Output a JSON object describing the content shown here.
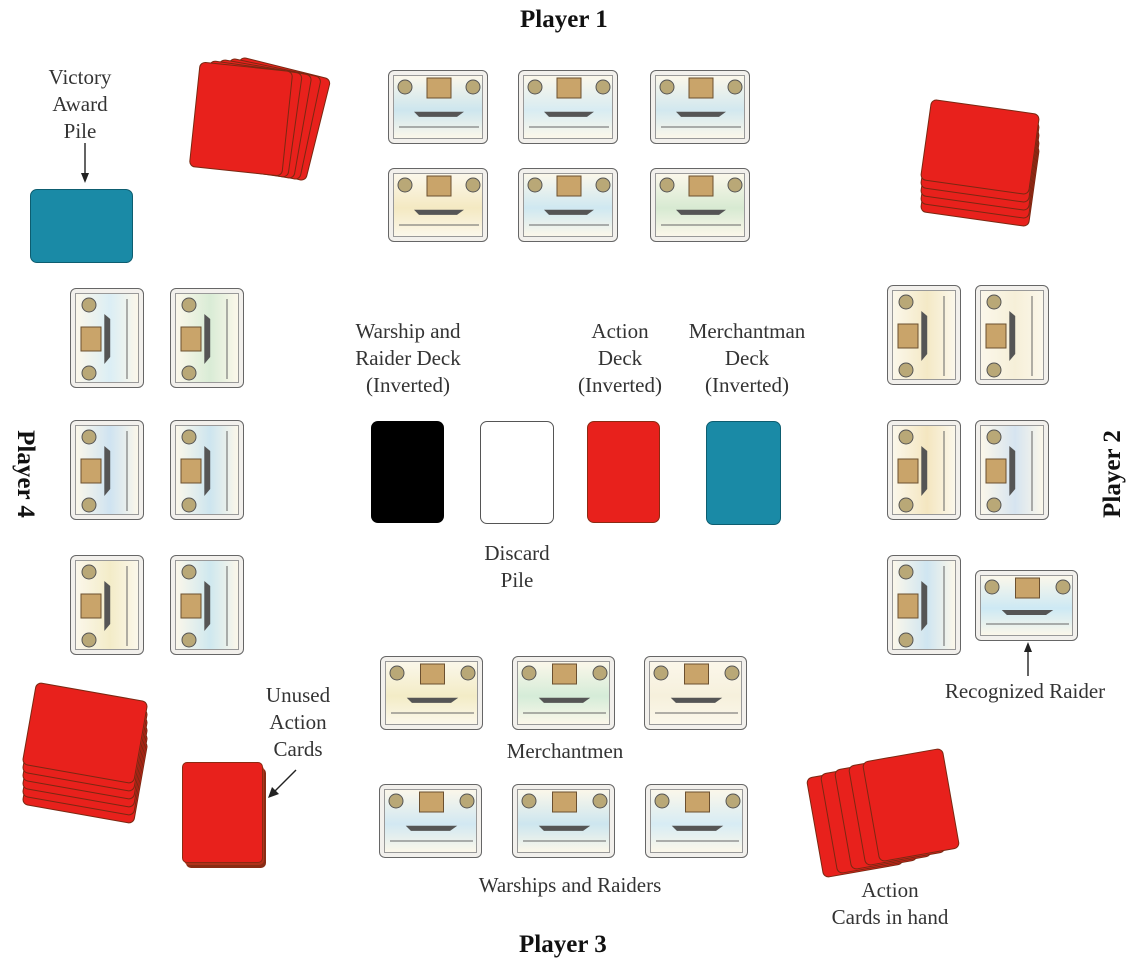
{
  "players": {
    "p1": "Player 1",
    "p2": "Player 2",
    "p3": "Player 3",
    "p4": "Player 4"
  },
  "labels": {
    "victory_award": [
      "Victory",
      "Award",
      "Pile"
    ],
    "warship_deck": [
      "Warship and",
      "Raider Deck",
      "(Inverted)"
    ],
    "action_deck": [
      "Action",
      "Deck",
      "(Inverted)"
    ],
    "merchantman_deck": [
      "Merchantman",
      "Deck",
      "(Inverted)"
    ],
    "discard_pile": [
      "Discard",
      "Pile"
    ],
    "unused_action": [
      "Unused",
      "Action",
      "Cards"
    ],
    "merchantmen": "Merchantmen",
    "warships_raiders": "Warships and Raiders",
    "recognized_raider": "Recognized Raider",
    "action_in_hand": [
      "Action",
      "Cards in hand"
    ]
  },
  "colors": {
    "red": "#e8211c",
    "teal": "#1a8aa6",
    "black": "#000000",
    "white": "#ffffff"
  },
  "icons": {
    "ship_card": "ship-card-icon",
    "arrow": "arrow-icon"
  }
}
